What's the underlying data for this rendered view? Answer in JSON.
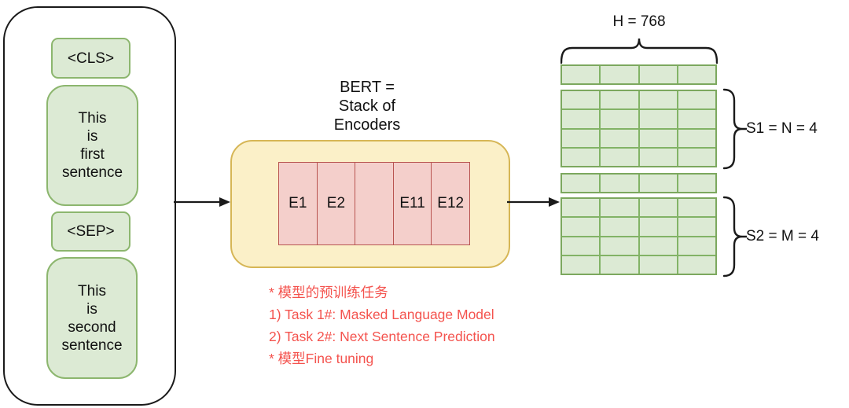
{
  "colors": {
    "green_fill": "#DCEAD4",
    "green_border": "#82B366",
    "pink_fill": "#F4CFCB",
    "pink_border": "#B85450",
    "yellow_fill": "#FBF0C8",
    "yellow_border": "#D6B656",
    "annotation_red": "#F4534E",
    "outline_black": "#1A1A1A"
  },
  "input_panel": {
    "tokens": [
      {
        "text": "<CLS>"
      },
      {
        "text": "This\nis\nfirst\nsentence"
      },
      {
        "text": "<SEP>"
      },
      {
        "text": "This\nis\nsecond\nsentence"
      }
    ]
  },
  "bert": {
    "title": "BERT =\nStack of\nEncoders",
    "encoders": [
      "E1",
      "E2",
      "",
      "E11",
      "E12"
    ]
  },
  "output": {
    "width_label": "H = 768",
    "s1_label": "S1 = N = 4",
    "s2_label": "S2 = M = 4",
    "grids": [
      {
        "name": "cls-embedding-row",
        "rows": 1,
        "cols": 4
      },
      {
        "name": "sentence1-embedding-grid",
        "rows": 4,
        "cols": 4
      },
      {
        "name": "sep-embedding-row",
        "rows": 1,
        "cols": 4
      },
      {
        "name": "sentence2-embedding-grid",
        "rows": 4,
        "cols": 4
      }
    ]
  },
  "annotations": {
    "lines": [
      "* 模型的预训练任务",
      "1) Task 1#: Masked Language Model",
      "2) Task 2#: Next Sentence Prediction",
      "* 模型Fine tuning"
    ]
  }
}
